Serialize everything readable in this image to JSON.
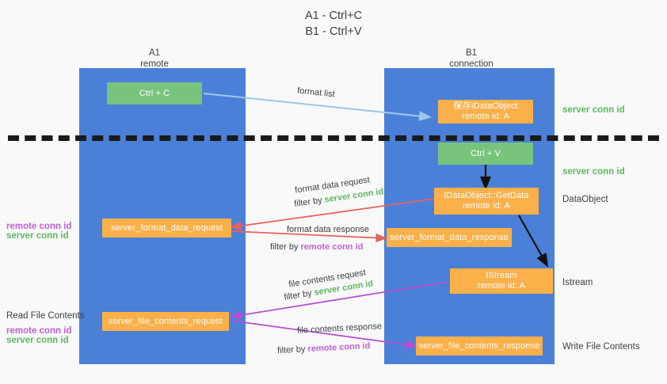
{
  "title": {
    "line1": "A1 - Ctrl+C",
    "line2": "B1 - Ctrl+V"
  },
  "columns": [
    {
      "name": "A1",
      "sub": "remote"
    },
    {
      "name": "B1",
      "sub": "connection"
    }
  ],
  "nodes": {
    "ctrl_c": {
      "label": "Ctrl + C",
      "color": "#79c47d"
    },
    "ctrl_v": {
      "label": "Ctrl + V",
      "color": "#79c47d"
    },
    "idataobject": {
      "line1": "保存IDataObject",
      "line2": "remote id: A",
      "color": "#fbb04a"
    },
    "getdata": {
      "line1": "IDataObject::GetData",
      "line2": "remote id: A",
      "color": "#fbb04a"
    },
    "istream": {
      "line1": "IStream",
      "line2": "remote id: A",
      "color": "#fbb04a"
    },
    "server_format_data_request": {
      "label": "server_format_data_request",
      "color": "#fbb04a"
    },
    "server_format_data_response": {
      "label": "server_format_data_response",
      "color": "#fbb04a"
    },
    "server_file_contents_request": {
      "label": "server_file_contents_request",
      "color": "#fbb04a"
    },
    "server_file_contents_response": {
      "label": "server_file_contents_response",
      "color": "#fbb04a"
    }
  },
  "right_labels": {
    "server_conn_id_1": "server conn id",
    "server_conn_id_2": "server conn id",
    "dataobject": "DataObject",
    "istream": "Istream",
    "write_file_contents": "Write File Contents"
  },
  "left_labels": {
    "remote_conn_id_1": "remote conn id",
    "server_conn_id_1": "server conn id",
    "read_file_contents": "Read File Contents",
    "remote_conn_id_2": "remote conn id",
    "server_conn_id_2": "server conn id"
  },
  "edges": {
    "format_list": "format list",
    "format_data_request": "format data request",
    "format_data_request_filter_prefix": "filter by ",
    "format_data_request_filter_target": "server conn id",
    "format_data_response": "format data response",
    "format_data_response_filter_prefix": "filter by ",
    "format_data_response_filter_target": "remote conn id",
    "file_contents_request": "file contents request",
    "file_contents_request_filter_prefix": "filter by ",
    "file_contents_request_filter_target": "server conn id",
    "file_contents_response": "file contents response",
    "file_contents_response_filter_prefix": "filter by ",
    "file_contents_response_filter_target": "remote conn id"
  },
  "colors": {
    "lane": "#4a80d8",
    "green": "#79c47d",
    "orange": "#fbb04a",
    "green_text": "#5cb860",
    "purple_text": "#c060d8",
    "arrow_blue": "#9cc8ea",
    "arrow_red": "#e8625c",
    "arrow_purple": "#b84fd0",
    "arrow_black": "#111111"
  }
}
